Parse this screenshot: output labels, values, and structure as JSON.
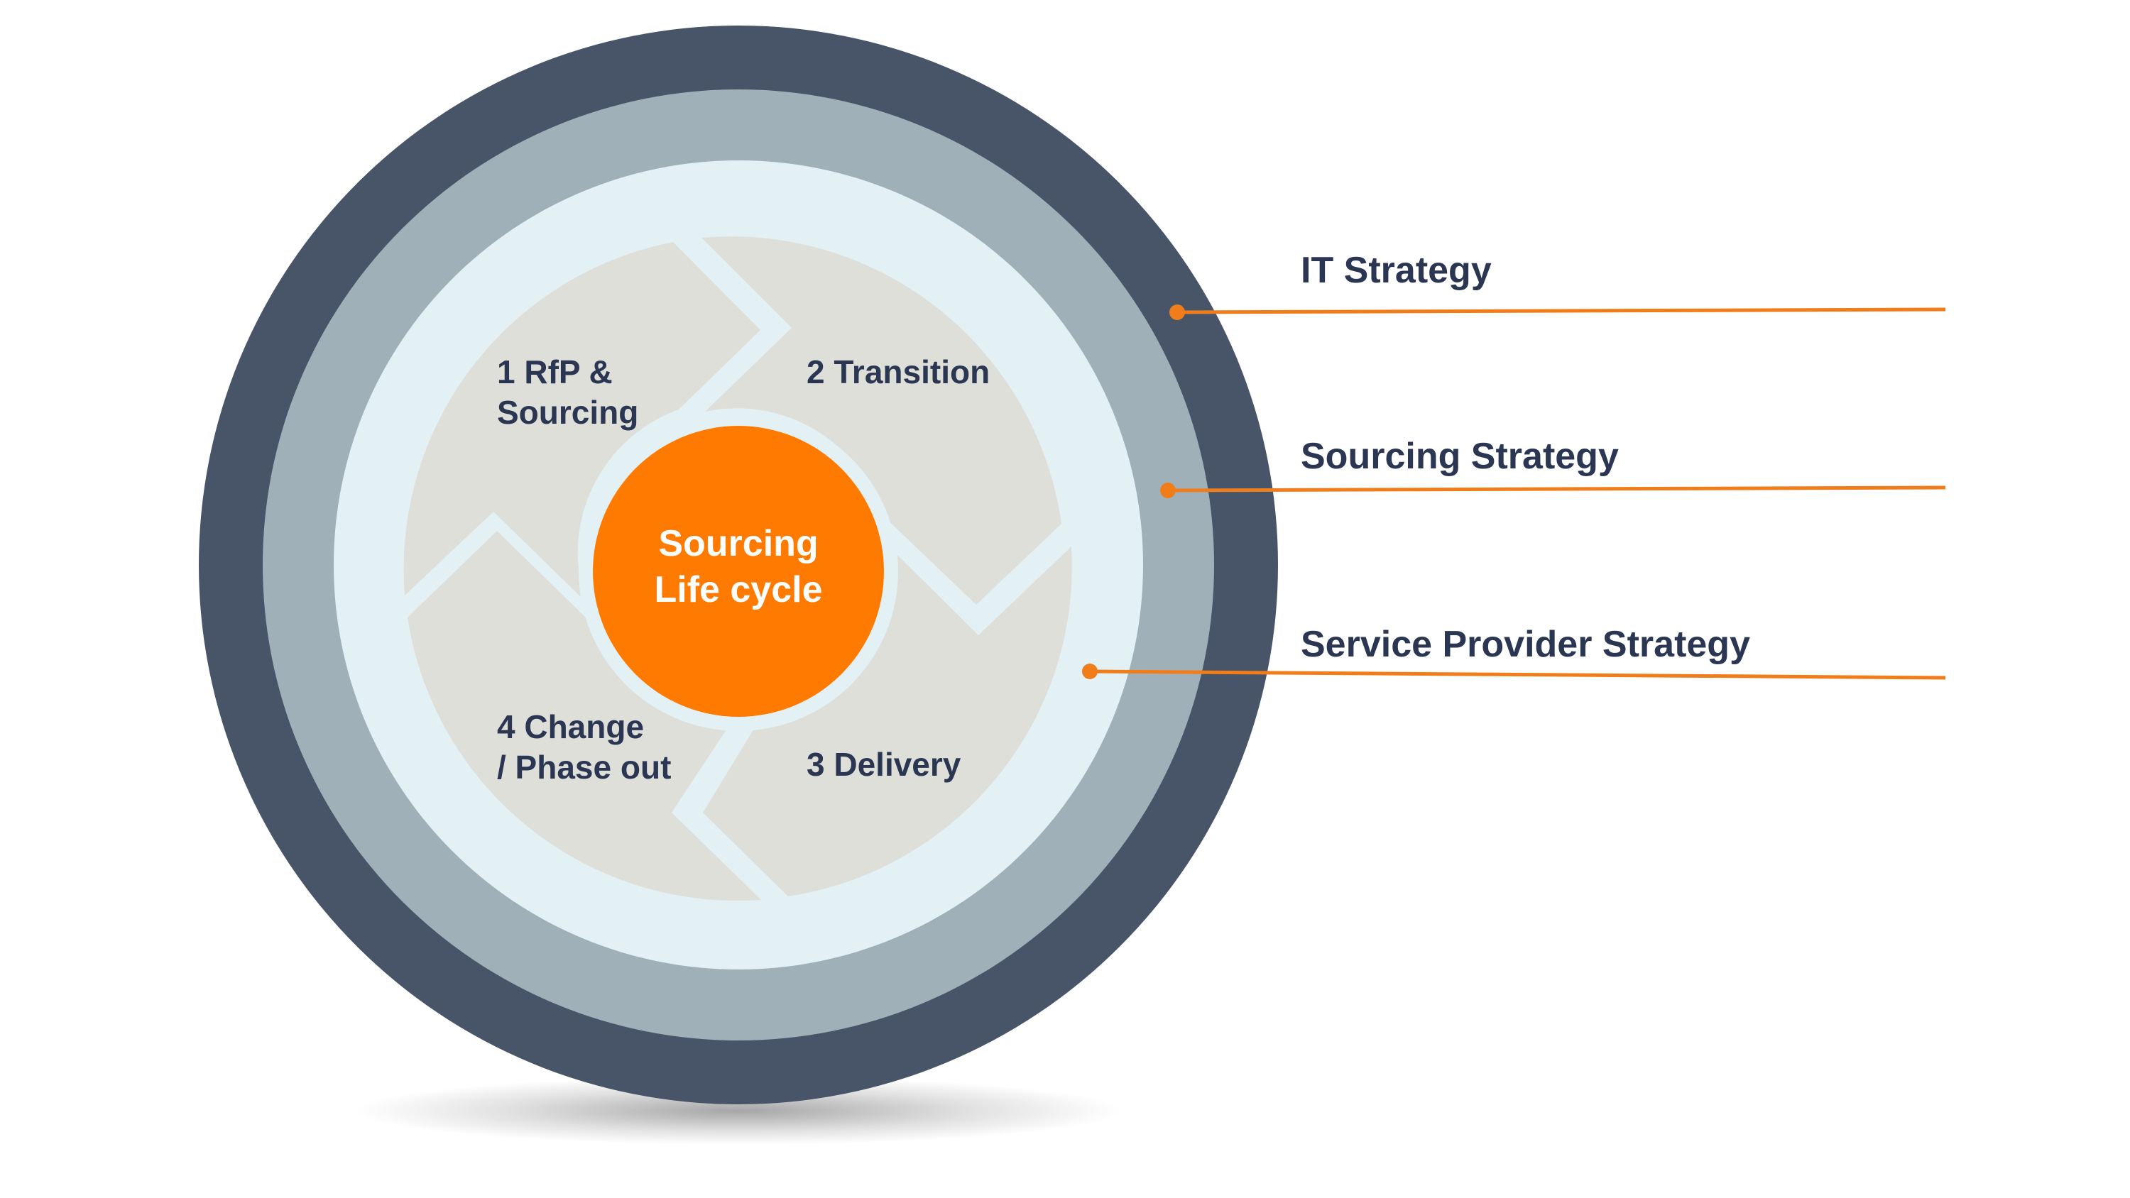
{
  "colors": {
    "outer_ring": "#485568",
    "middle_ring": "#a0b0b8",
    "inner_ring": "#e3f1f5",
    "phase_fill": "#dfdfd9",
    "core": "#ff7a00",
    "accent_line": "#f07d1a",
    "text_dark": "#2b3752",
    "text_light": "#ffffff"
  },
  "center": {
    "line1": "Sourcing",
    "line2": "Life cycle"
  },
  "phases": [
    {
      "line1": "1 RfP &",
      "line2": "Sourcing"
    },
    {
      "line1": "2 Transition",
      "line2": ""
    },
    {
      "line1": "3 Delivery",
      "line2": ""
    },
    {
      "line1": "4 Change",
      "line2": "/ Phase out"
    }
  ],
  "strategies": [
    {
      "label": "IT Strategy"
    },
    {
      "label": "Sourcing Strategy"
    },
    {
      "label": "Service Provider Strategy"
    }
  ]
}
